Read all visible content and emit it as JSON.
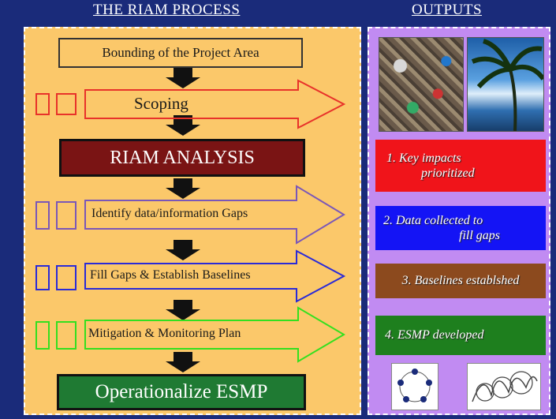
{
  "headers": {
    "left": "THE RIAM PROCESS",
    "right": "OUTPUTS"
  },
  "steps": {
    "bounding": "Bounding of the Project Area",
    "scoping": "Scoping",
    "riam": "RIAM ANALYSIS",
    "gaps": "Identify data/information Gaps",
    "fill": "Fill Gaps & Establish Baselines",
    "mitigation": "Mitigation  &  Monitoring Plan",
    "operationalize": "Operationalize ESMP"
  },
  "outputs": {
    "o1_line1": "1. Key impacts",
    "o1_line2": "prioritized",
    "o2_line1": "2. Data collected to",
    "o2_line2": "fill gaps",
    "o3": "3.  Baselines establshed",
    "o4": "4. ESMP developed"
  },
  "colors": {
    "background": "#1a2b7a",
    "process_panel": "#fbc86a",
    "outputs_panel": "#c18bf2",
    "scoping": "#e8322a",
    "gaps": "#7a57b8",
    "fill": "#2a2ad8",
    "mitigation": "#33e01f",
    "output1": "#f0141a",
    "output2": "#1414f5",
    "output3": "#8c4a1e",
    "output4": "#1e7f1e"
  }
}
